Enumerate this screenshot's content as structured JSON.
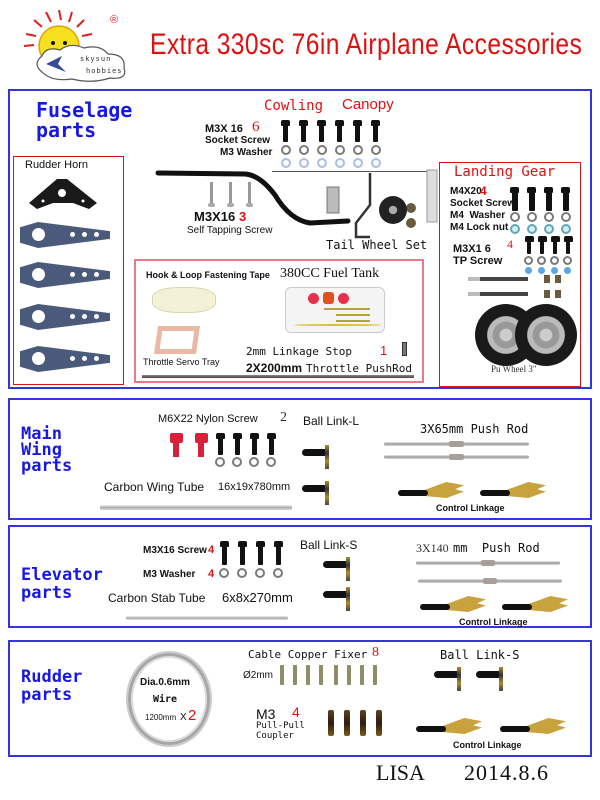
{
  "header": {
    "logo_top": "skysun",
    "logo_bottom": "hobbies",
    "registered_mark": "®",
    "title": "Extra 330sc 76in Airplane Accessories"
  },
  "colors": {
    "section_border": "#3535e0",
    "section_title": "#1818e6",
    "accent_red": "#e01010",
    "group_border": "#d01818"
  },
  "fuselage": {
    "title_line1": "Fuselage",
    "title_line2": "parts",
    "cowling": "Cowling",
    "canopy": "Canopy",
    "socket_screw": {
      "size": "M3X 16",
      "qty": "6",
      "name": "Socket Screw",
      "washer": "M3 Washer"
    },
    "self_tapping": {
      "size": "M3X16",
      "qty": "3",
      "name": "Self Tapping Screw"
    },
    "tail_wheel": "Tail Wheel Set",
    "rudder_horn": "Rudder Horn",
    "landing_gear": {
      "title": "Landing Gear",
      "socket_size": "M4X20",
      "socket_qty": "4",
      "socket_name": "Socket Screw",
      "washer": "M4  Washer",
      "lock_nut": "M4 Lock nut",
      "tp_size": "M3X1 6",
      "tp_qty": "4",
      "tp_name": "TP Screw",
      "wheel": "Pu Wheel 3\""
    },
    "misc": {
      "hook_loop": "Hook & Loop Fastening Tape",
      "fuel_tank": "380CC Fuel Tank",
      "servo_tray": "Throttle Servo Tray",
      "linkage_stop": "2mm Linkage Stop",
      "linkage_stop_qty": "1",
      "pushrod": "2X200mm",
      "pushrod_name": "Throttle PushRod"
    }
  },
  "main_wing": {
    "title_line1": "Main",
    "title_line2": "Wing",
    "title_line3": "parts",
    "nylon_screw": "M6X22 Nylon Screw",
    "nylon_qty": "2",
    "ball_link": "Ball Link-L",
    "push_rod": "3X65mm Push Rod",
    "tube": "Carbon Wing Tube",
    "tube_size": "16x19x780mm",
    "control_linkage": "Control Linkage"
  },
  "elevator": {
    "title_line1": "Elevator",
    "title_line2": "parts",
    "screw": "M3X16 Screw",
    "screw_qty": "4",
    "washer": "M3 Washer",
    "washer_qty": "4",
    "ball_link": "Ball Link-S",
    "push_rod_size": "3X140",
    "push_rod_name": "mm  Push Rod",
    "tube": "Carbon Stab Tube",
    "tube_size": "6x8x270mm",
    "control_linkage": "Control Linkage"
  },
  "rudder": {
    "title_line1": "Rudder",
    "title_line2": "parts",
    "wire_dia": "Dia.0.6mm",
    "wire": "Wire",
    "wire_len": "1200mm",
    "wire_mult": "X",
    "wire_qty": "2",
    "fixer": "Cable Copper Fixer",
    "fixer_qty": "8",
    "fixer_dia": "Ø2mm",
    "coupler_size": "M3",
    "coupler_qty": "4",
    "coupler_line1": "Pull-Pull",
    "coupler_line2": "Coupler",
    "ball_link": "Ball Link-S",
    "control_linkage": "Control Linkage"
  },
  "footer": {
    "author": "LISA",
    "date": "2014.8.6"
  }
}
